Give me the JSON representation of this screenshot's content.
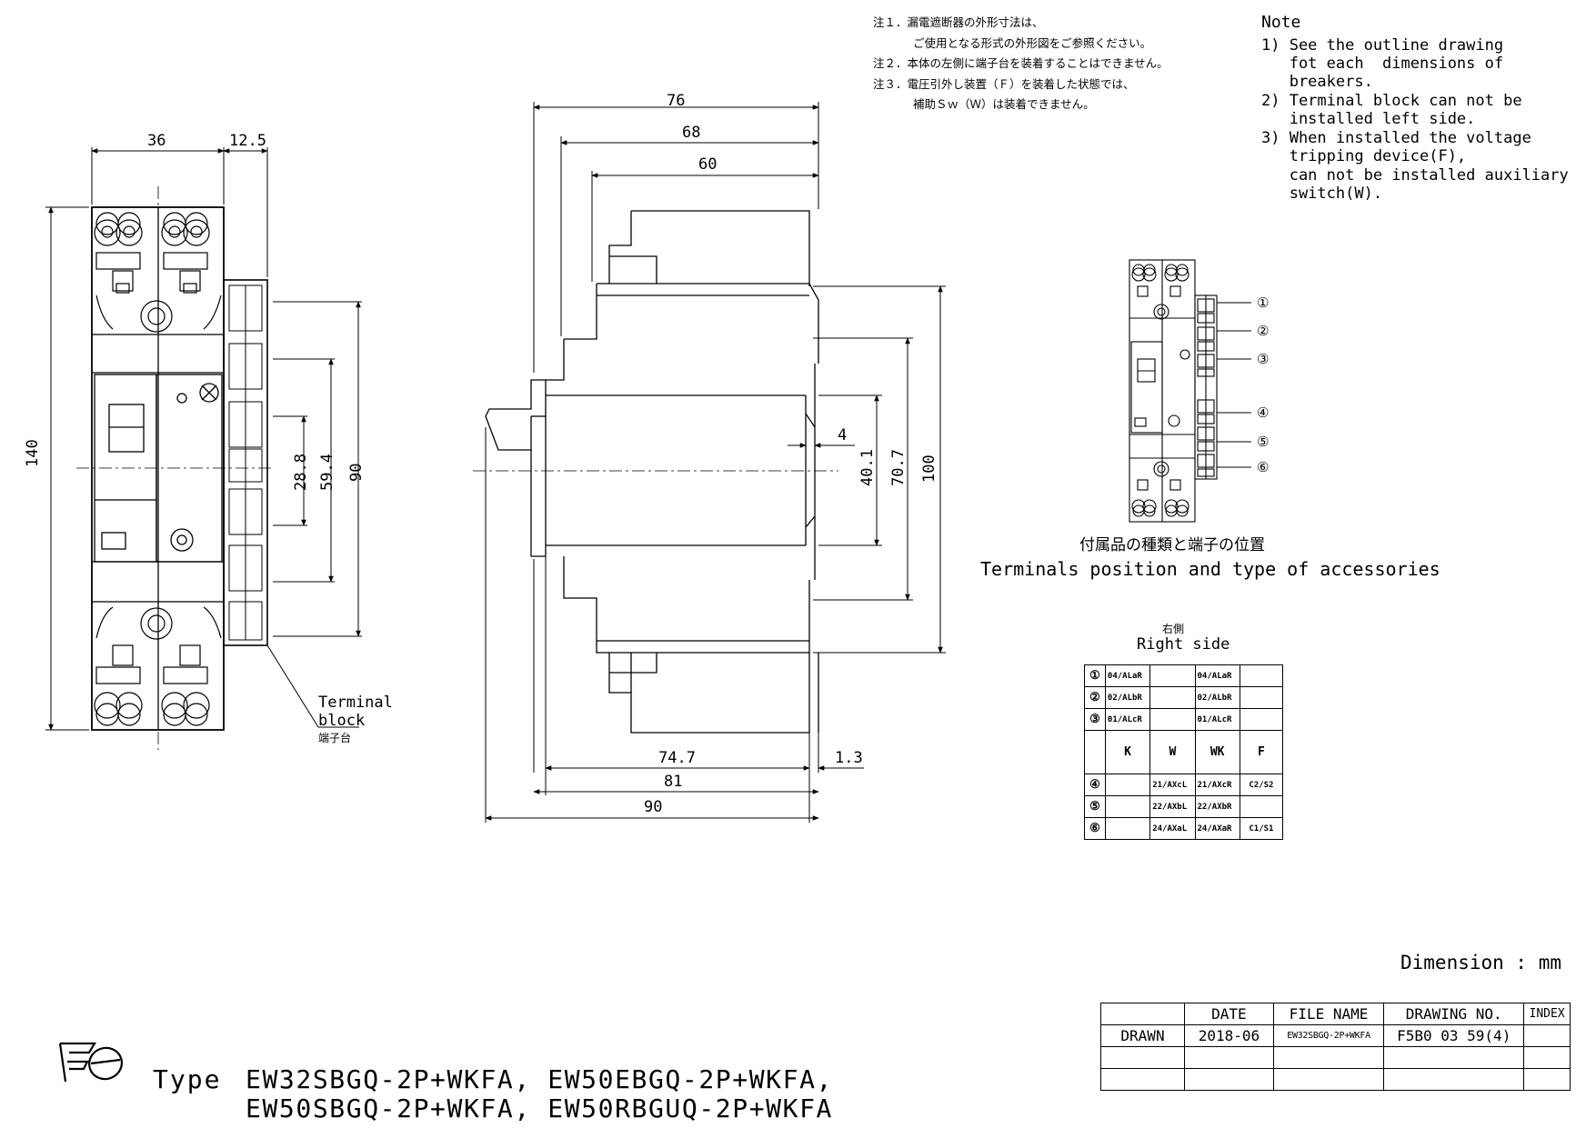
{
  "notes_jp": [
    "注１．漏電遮断器の外形寸法は、",
    "ご使用となる形式の外形図をご参照ください。",
    "注２．本体の左側に端子台を装着することはできません。",
    "注３．電圧引外し装置（Ｆ）を装着した状態では、",
    "補助Ｓｗ（Ｗ）は装着できません。"
  ],
  "notes_en": {
    "title": "Note",
    "lines": [
      "1) See the outline drawing",
      "   fot each  dimensions of",
      "   breakers.",
      "2) Terminal block can not be",
      "   installed left side.",
      "3) When installed the voltage",
      "   tripping device(F),",
      "   can not be installed auxiliary",
      "   switch(W)."
    ]
  },
  "front_view": {
    "dim_width": "36",
    "dim_block": "12.5",
    "dim_height": "140",
    "dim_a": "28.8",
    "dim_b": "59.4",
    "dim_c": "90",
    "terminal_block_label": [
      "Terminal",
      "block"
    ],
    "terminal_block_label_jp": "端子台"
  },
  "side_view": {
    "dim_76": "76",
    "dim_68": "68",
    "dim_60": "60",
    "dim_4": "4",
    "dim_40_1": "40.1",
    "dim_70_7": "70.7",
    "dim_100": "100",
    "dim_74_7": "74.7",
    "dim_1_3": "1.3",
    "dim_81": "81",
    "dim_90": "90"
  },
  "accessories": {
    "markers": [
      "①",
      "②",
      "③",
      "④",
      "⑤",
      "⑥"
    ],
    "caption_jp": "付属品の種類と端子の位置",
    "caption_en": "Terminals position and type of accessories"
  },
  "right_side_table": {
    "title_jp": "右側",
    "title_en": "Right side",
    "rows": [
      [
        "①",
        "04/ALaR",
        "",
        "04/ALaR",
        ""
      ],
      [
        "②",
        "02/ALbR",
        "",
        "02/ALbR",
        ""
      ],
      [
        "③",
        "01/ALcR",
        "",
        "01/ALcR",
        ""
      ],
      [
        "",
        "K",
        "W",
        "WK",
        "F"
      ],
      [
        "④",
        "",
        "21/AXcL",
        "21/AXcR",
        "C2/S2"
      ],
      [
        "⑤",
        "",
        "22/AXbL",
        "22/AXbR",
        ""
      ],
      [
        "⑥",
        "",
        "24/AXaL",
        "24/AXaR",
        "C1/S1"
      ]
    ]
  },
  "dimension_unit": "Dimension : mm",
  "title_block": {
    "headers": [
      "",
      "DATE",
      "FILE NAME",
      "DRAWING NO.",
      "INDEX"
    ],
    "rows": [
      [
        "DRAWN",
        "2018-06",
        "EW32SBGQ-2P+WKFA",
        "F5B0 03 59(4)",
        ""
      ],
      [
        "",
        "",
        "",
        "",
        ""
      ],
      [
        "",
        "",
        "",
        "",
        ""
      ]
    ]
  },
  "logo_text": "Fe",
  "type_label": "Type",
  "models": [
    "EW32SBGQ-2P+WKFA, EW50EBGQ-2P+WKFA,",
    "EW50SBGQ-2P+WKFA, EW50RBGUQ-2P+WKFA"
  ]
}
